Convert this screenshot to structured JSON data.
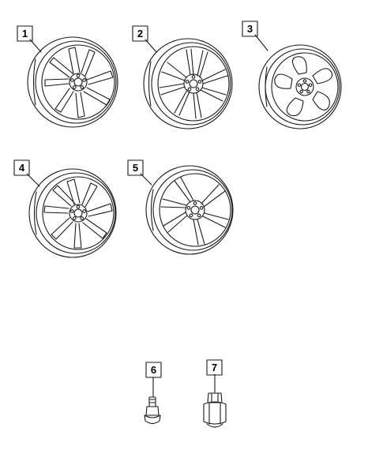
{
  "diagram": {
    "callouts": [
      {
        "id": "1",
        "label": "1",
        "part": "wheel-1"
      },
      {
        "id": "2",
        "label": "2",
        "part": "wheel-2"
      },
      {
        "id": "3",
        "label": "3",
        "part": "wheel-3"
      },
      {
        "id": "4",
        "label": "4",
        "part": "wheel-4"
      },
      {
        "id": "5",
        "label": "5",
        "part": "wheel-5"
      },
      {
        "id": "6",
        "label": "6",
        "part": "valve-stem"
      },
      {
        "id": "7",
        "label": "7",
        "part": "lug-nut"
      }
    ],
    "colors": {
      "line": "#1a1a1a",
      "background": "#ffffff"
    }
  }
}
